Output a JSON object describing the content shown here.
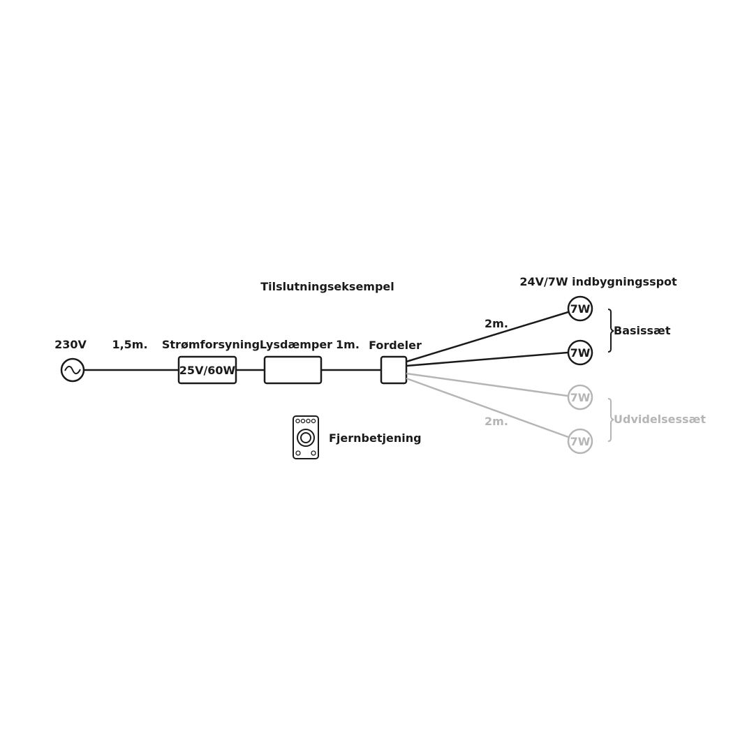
{
  "title": "Tilslutningseksempel",
  "spot_heading": "24V/7W indbygningsspot",
  "source": {
    "label": "230V",
    "icon": "ac-source-icon"
  },
  "cables": {
    "mains_length": "1,5m.",
    "dimmer_length": "1m.",
    "spot_length_basic": "2m.",
    "spot_length_ext": "2m."
  },
  "power_supply": {
    "label": "Strømforsyning",
    "rating": "25V/60W"
  },
  "dimmer": {
    "label": "Lysdæmper"
  },
  "distributor": {
    "label": "Fordeler"
  },
  "remote": {
    "label": "Fjernbetjening",
    "icon": "remote-control-icon"
  },
  "spots": [
    {
      "watt": "7W",
      "set": "basic"
    },
    {
      "watt": "7W",
      "set": "basic"
    },
    {
      "watt": "7W",
      "set": "extension"
    },
    {
      "watt": "7W",
      "set": "extension"
    }
  ],
  "sets": {
    "basic_label": "Basissæt",
    "extension_label": "Udvidelsessæt"
  },
  "colors": {
    "primary": "#1a1a1a",
    "extension": "#b5b5b5"
  }
}
